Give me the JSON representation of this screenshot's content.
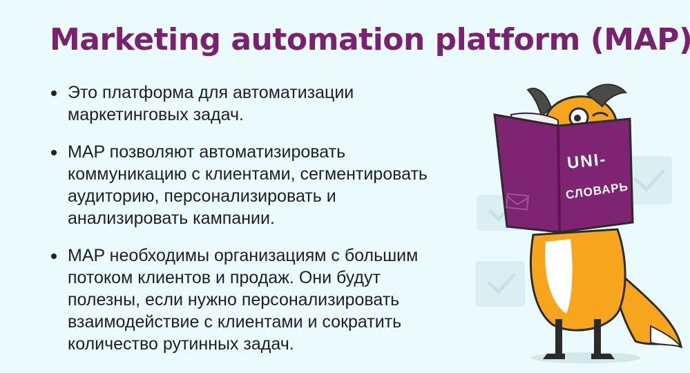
{
  "title": "Marketing automation platform (MAP)",
  "bullets": [
    {
      "lines": [
        "Это платформа для автоматизации",
        "маркетинговых задач."
      ]
    },
    {
      "lines": [
        "MAP позволяют автоматизировать",
        "коммуникацию с клиентами, сегментировать",
        "аудиторию, персонализировать и",
        "анализировать кампании."
      ]
    },
    {
      "lines": [
        "MAP необходимы организациям с большим",
        "потоком клиентов и продаж. Они будут",
        "полезны, если  нужно персонализировать",
        "взаимодействие с клиентами и сократить",
        "количество рутинных задач."
      ]
    }
  ],
  "book": {
    "line1": "UNI-",
    "line2": "СЛОВАРЬ"
  },
  "colors": {
    "title": "#7a2170",
    "book": "#7e2473",
    "fox": "#f7a51d",
    "background": "#eafafd"
  }
}
